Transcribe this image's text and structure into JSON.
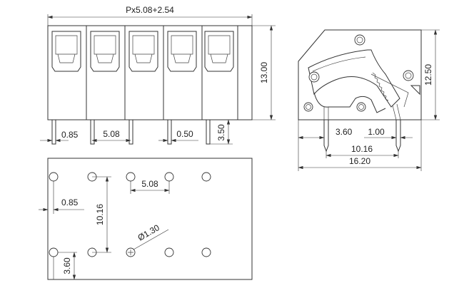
{
  "dimensions": {
    "overall_width": "Px5.08+2.54",
    "height_front": "13.00",
    "pin_offset_front": "0.85",
    "pitch_front": "5.08",
    "pin_thickness": "0.50",
    "pin_length": "3.50",
    "side_height": "12.50",
    "side_a": "3.60",
    "side_b": "1.00",
    "side_span": "10.16",
    "side_width": "16.20",
    "pcb_offset": "0.85",
    "pcb_pitch": "5.08",
    "pcb_row_span": "10.16",
    "hole_dia": "Ø1.30",
    "pcb_bottom": "3.60"
  }
}
